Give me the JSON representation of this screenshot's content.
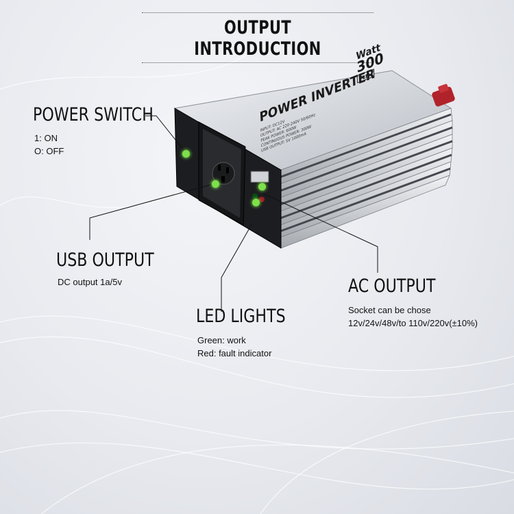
{
  "title": "OUTPUT INTRODUCTION",
  "product": {
    "brand": "PLM",
    "wattage": "300",
    "wattage_unit": "Watt",
    "name": "POWER INVERTER",
    "spec_line_1": "INPUT: DC12V",
    "spec_line_2": "OUTPUT: AC 220-240V 50/60Hz",
    "spec_line_3": "PEAK POWER: 600W",
    "spec_line_4": "CONTINUOUS POWER: 300W",
    "spec_line_5": "USB OUTPUT: 5V 1000mA"
  },
  "callouts": {
    "power_switch": {
      "heading": "POWER SWITCH",
      "lines": [
        "1: ON",
        "O: OFF"
      ]
    },
    "usb_output": {
      "heading": "USB OUTPUT",
      "lines": [
        "DC output 1a/5v"
      ]
    },
    "led_lights": {
      "heading": "LED LIGHTS",
      "lines": [
        "Green: work",
        "Red: fault indicator"
      ]
    },
    "ac_output": {
      "heading": "AC OUTPUT",
      "lines": [
        "Socket can be chose",
        "12v/24v/48v/to 110v/220v(±10%)"
      ]
    }
  },
  "colors": {
    "indicator_dot": "#7ee04a",
    "housing_silver": "#c9ccd1",
    "terminal_red": "#b0232b"
  }
}
